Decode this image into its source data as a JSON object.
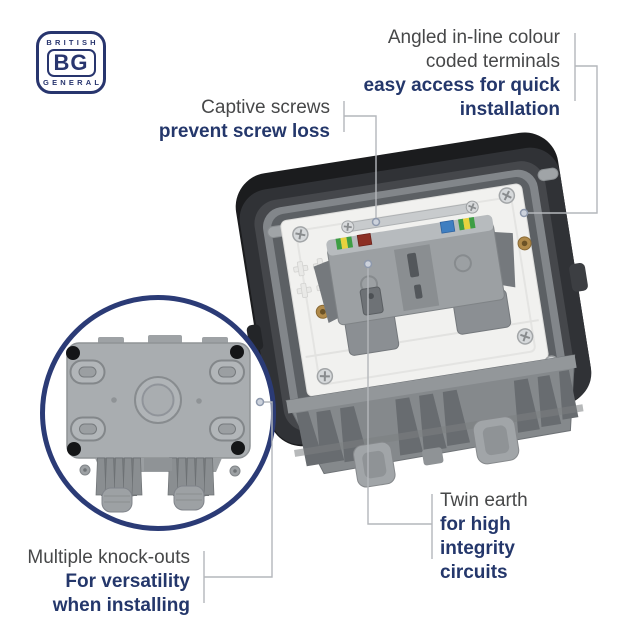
{
  "logo": {
    "line1": "BRITISH",
    "line2": "BG",
    "line3": "GENERAL"
  },
  "annotations": {
    "terminals": {
      "plain": [
        "Angled in-line colour",
        "coded terminals"
      ],
      "bold": [
        "easy access for quick",
        "installation"
      ]
    },
    "captive_screws": {
      "plain": [
        "Captive screws"
      ],
      "bold": [
        "prevent screw loss"
      ]
    },
    "knock_outs": {
      "plain": [
        "Multiple knock-outs"
      ],
      "bold": [
        "For versatility",
        "when installing"
      ]
    },
    "twin_earth": {
      "plain": [
        "Twin earth"
      ],
      "bold": [
        "for high",
        "integrity",
        "circuits"
      ]
    }
  },
  "colors": {
    "navy": "#24376b",
    "text_grey": "#474849",
    "callout_line": "#b4b7bb",
    "ring_navy": "#2b3b76",
    "logo_navy": "#28356e",
    "earth_green": "#3e9e44",
    "earth_yellow": "#e7d23e",
    "live_maroon": "#8c2f24",
    "neutral_blue": "#3f7fc1"
  }
}
